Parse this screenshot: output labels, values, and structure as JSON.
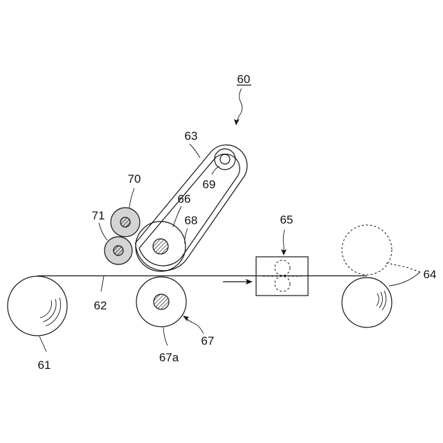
{
  "labels": {
    "assembly": "60",
    "feed_roll": "61",
    "web": "62",
    "belt": "63",
    "takeup_roll": "64",
    "unit": "65",
    "belt_roller": "66",
    "lower_roller": "67",
    "lower_roller_shaft": "67a",
    "roller_68": "68",
    "small_pulley": "69",
    "upper_gray_roller": "70",
    "lower_gray_roller": "71"
  },
  "colors": {
    "line": "#111111",
    "gray_roller": "#d4d4d4"
  },
  "icons": {
    "shaft_hatch": "hatched-shaft-icon",
    "arrow": "direction-arrow-icon"
  }
}
